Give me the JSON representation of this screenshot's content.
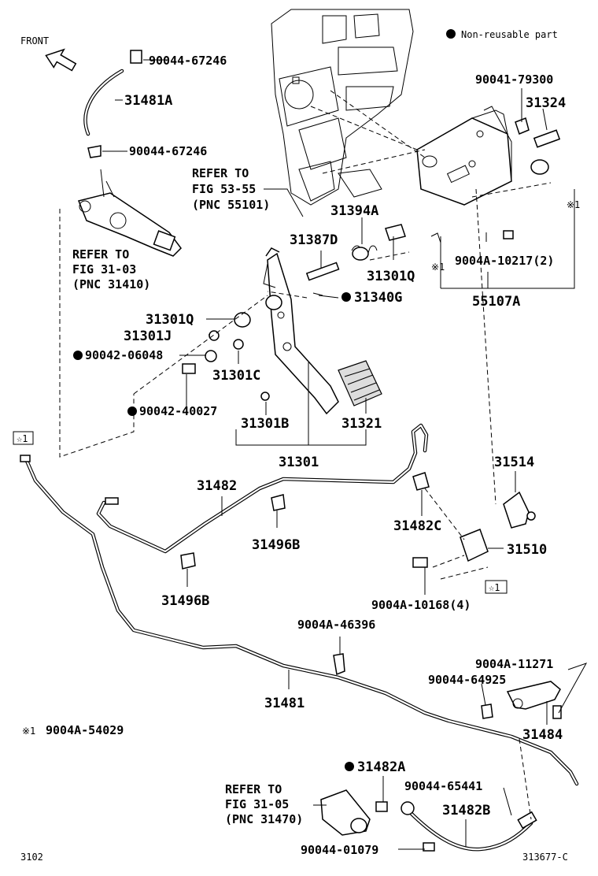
{
  "legend": {
    "dot_symbol": "●",
    "text": "Non-reusable part"
  },
  "front": {
    "label": "FRONT"
  },
  "refs": [
    {
      "line1": "REFER TO",
      "line2": "FIG 53-55",
      "line3": "(PNC 55101)"
    },
    {
      "line1": "REFER TO",
      "line2": "FIG 31-03",
      "line3": "(PNC 31410)"
    },
    {
      "line1": "REFER TO",
      "line2": "FIG 31-05",
      "line3": "(PNC 31470)"
    }
  ],
  "parts": {
    "p90044_67246_top": "90044-67246",
    "p31481A": "31481A",
    "p90044_67246_b": "90044-67246",
    "p90041_79300": "90041-79300",
    "p31324": "31324",
    "p31394A": "31394A",
    "p31387D": "31387D",
    "p31301Q_a": "31301Q",
    "p9004A_10217": "9004A-10217(2)",
    "p55107A": "55107A",
    "p31340G": "31340G",
    "p31301Q_b": "31301Q",
    "p31301J": "31301J",
    "p90042_06048": "90042-06048",
    "p31301C": "31301C",
    "p90042_40027": "90042-40027",
    "p31301B": "31301B",
    "p31321": "31321",
    "p31301": "31301",
    "p31482": "31482",
    "p31514": "31514",
    "p31496B_a": "31496B",
    "p31482C": "31482C",
    "p31510": "31510",
    "p31496B_b": "31496B",
    "p9004A_10168": "9004A-10168(4)",
    "p9004A_46396": "9004A-46396",
    "p9004A_11271": "9004A-11271",
    "p90044_64925": "90044-64925",
    "p31481": "31481",
    "p31484": "31484",
    "p31482A": "31482A",
    "p90044_65441": "90044-65441",
    "p31482B": "31482B",
    "p90044_01079": "90044-01079"
  },
  "marks": {
    "kome1": "※1",
    "star1": "☆1"
  },
  "footnote": {
    "mark": "※1",
    "part": "9004A-54029"
  },
  "footer": {
    "page": "3102",
    "code": "313677-C"
  }
}
